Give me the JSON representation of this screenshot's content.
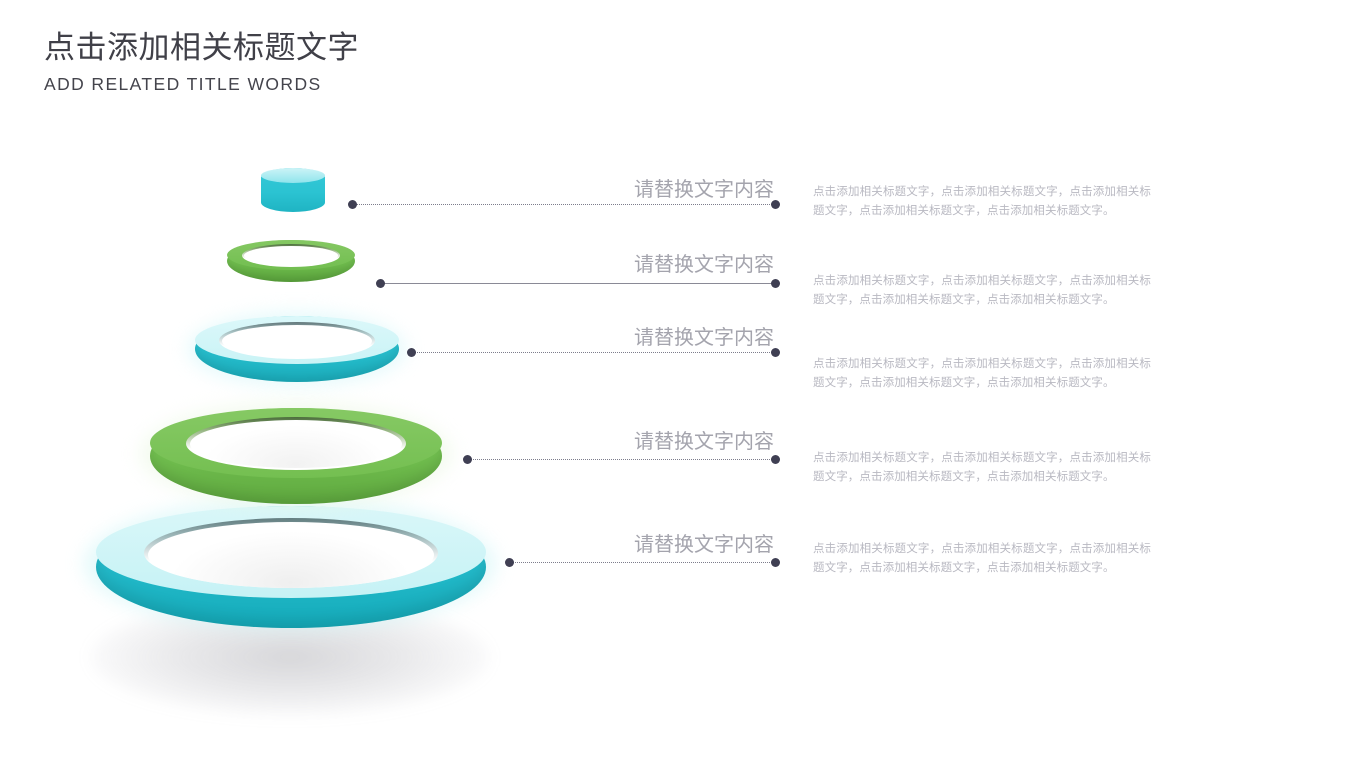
{
  "slide": {
    "title_cn": "点击添加相关标题文字",
    "title_en": "ADD RELATED TITLE WORDS",
    "background": "#ffffff"
  },
  "theme": {
    "cyan": "#2CC3D2",
    "cyan_light": "#CFF5F7",
    "cyan_dark": "#1BAFBE",
    "green": "#71BE4F",
    "green_dark": "#5AA33C",
    "heading_color": "#A4A4AD",
    "body_color": "#B9B9C2",
    "dot_color": "#3F3F53",
    "line_color": "#7D7D8C",
    "title_color": "#404048"
  },
  "cone": {
    "name": "stacked-rings-cone",
    "levels": [
      {
        "index": 1,
        "shape": "cylinder",
        "color": "#2CC3D2",
        "size": "xs"
      },
      {
        "index": 2,
        "shape": "ring",
        "color": "#71BE4F",
        "size": "s"
      },
      {
        "index": 3,
        "shape": "ring",
        "color": "#2CC3D2",
        "size": "m"
      },
      {
        "index": 4,
        "shape": "ring",
        "color": "#71BE4F",
        "size": "l"
      },
      {
        "index": 5,
        "shape": "ring",
        "color": "#2CC3D2",
        "size": "xl"
      }
    ]
  },
  "rows": [
    {
      "heading": "请替换文字内容",
      "body": "点击添加相关标题文字，点击添加相关标题文字，点击添加相关标题文字，点击添加相关标题文字，点击添加相关标题文字。",
      "line_style": "dotted"
    },
    {
      "heading": "请替换文字内容",
      "body": "点击添加相关标题文字，点击添加相关标题文字，点击添加相关标题文字，点击添加相关标题文字，点击添加相关标题文字。",
      "line_style": "solid"
    },
    {
      "heading": "请替换文字内容",
      "body": "点击添加相关标题文字，点击添加相关标题文字，点击添加相关标题文字，点击添加相关标题文字，点击添加相关标题文字。",
      "line_style": "dotted"
    },
    {
      "heading": "请替换文字内容",
      "body": "点击添加相关标题文字，点击添加相关标题文字，点击添加相关标题文字，点击添加相关标题文字，点击添加相关标题文字。",
      "line_style": "dotted"
    },
    {
      "heading": "请替换文字内容",
      "body": "点击添加相关标题文字，点击添加相关标题文字，点击添加相关标题文字，点击添加相关标题文字，点击添加相关标题文字。",
      "line_style": "dotted"
    }
  ]
}
